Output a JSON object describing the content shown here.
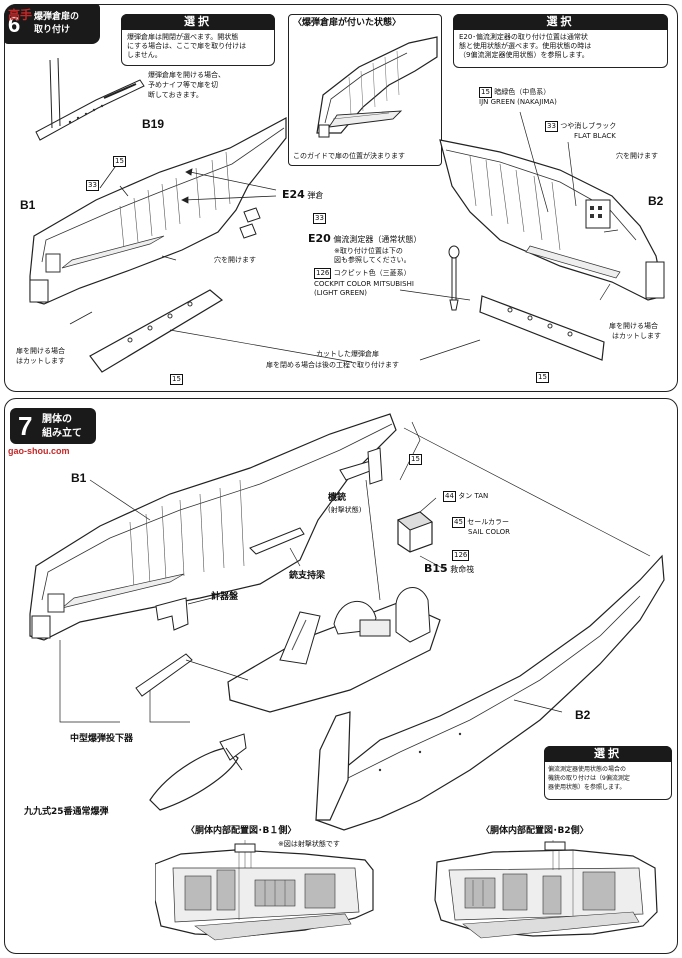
{
  "watermark": {
    "logo": "高手",
    "url": "gao-shou.com"
  },
  "step6": {
    "title_line1": "爆弾倉扉の",
    "title_line2": "取り付け",
    "select_left": {
      "header": "選択",
      "text": [
        "爆弾倉扉は開閉が選べます。開状態",
        "にする場合は、ここで扉を取り付けは",
        "しません。"
      ]
    },
    "center_box": {
      "title": "〈爆弾倉扉が付いた状態〉",
      "caption": "このガイドで扉の位置が決まります"
    },
    "select_right": {
      "header": "選択",
      "text": [
        "E20･偏流測定器の取り付け位置は通常状",
        "態と使用状態が選べます。使用状態の時は",
        "（9偏流測定器使用状態）を参照します。"
      ]
    },
    "note_open": [
      "爆弾倉扉を開ける場合、",
      "予めナイフ等で扉を切",
      "断しておきます。"
    ],
    "b19": "B19",
    "b1": "B1",
    "b2": "B2",
    "n15": "15",
    "n33": "33",
    "e24_part": "E24",
    "e24_desc": "弾倉",
    "e24_num": "33",
    "e20_part": "E20",
    "e20_desc": "偏流測定器（通常状態）",
    "e20_note": [
      "※取り付け位置は下の",
      "図も参照してください。"
    ],
    "color126_num": "126",
    "color126_jp": "コクピット色（三菱系）",
    "color126_en1": "COCKPIT COLOR MITSUBISHI",
    "color126_en2": "(LIGHT GREEN)",
    "ijn_num": "15",
    "ijn_jp": "暗緑色（中島系）",
    "ijn_en": "IJN GREEN (NAKAJIMA)",
    "flat_num": "33",
    "flat_jp": "つや消しブラック",
    "flat_en": "FLAT BLACK",
    "hole_left": "穴を開けます",
    "hole_right": "穴を開けます",
    "cut_left": [
      "扉を開ける場合",
      "はカットします"
    ],
    "cut_right": [
      "扉を開ける場合",
      "はカットします"
    ],
    "door_cut": "カットした爆弾倉扉",
    "door_note": "扉を閉める場合は後の工程で取り付けます",
    "door_num_left": "15",
    "door_num_right": "15"
  },
  "step7": {
    "number": "7",
    "title_line1": "胴体の",
    "title_line2": "組み立て",
    "b1": "B1",
    "b2": "B2",
    "n15": "15",
    "gun_label": "機銃",
    "gun_note": "(射撃状態)",
    "tan_num": "44",
    "tan_label": "タン TAN",
    "sail_num": "45",
    "sail_jp": "セールカラー",
    "sail_en": "SAIL COLOR",
    "b15_num": "126",
    "b15_part": "B15",
    "b15_desc": "救命筏",
    "gun_mount": "銃支持梁",
    "instrument": "計器盤",
    "bomb_release": "中型爆弾投下器",
    "bomb": "九九式25番通常爆弾",
    "select_box": {
      "header": "選択",
      "text": [
        "偏流測定器使用状態の場合の",
        "機銃の取り付けは（9偏流測定",
        "器使用状態）を参照します。"
      ]
    },
    "interior_b1": "〈胴体内部配置図･B１側〉",
    "interior_note": "※図は射撃状態です",
    "interior_b2": "〈胴体内部配置図･B2側〉"
  }
}
